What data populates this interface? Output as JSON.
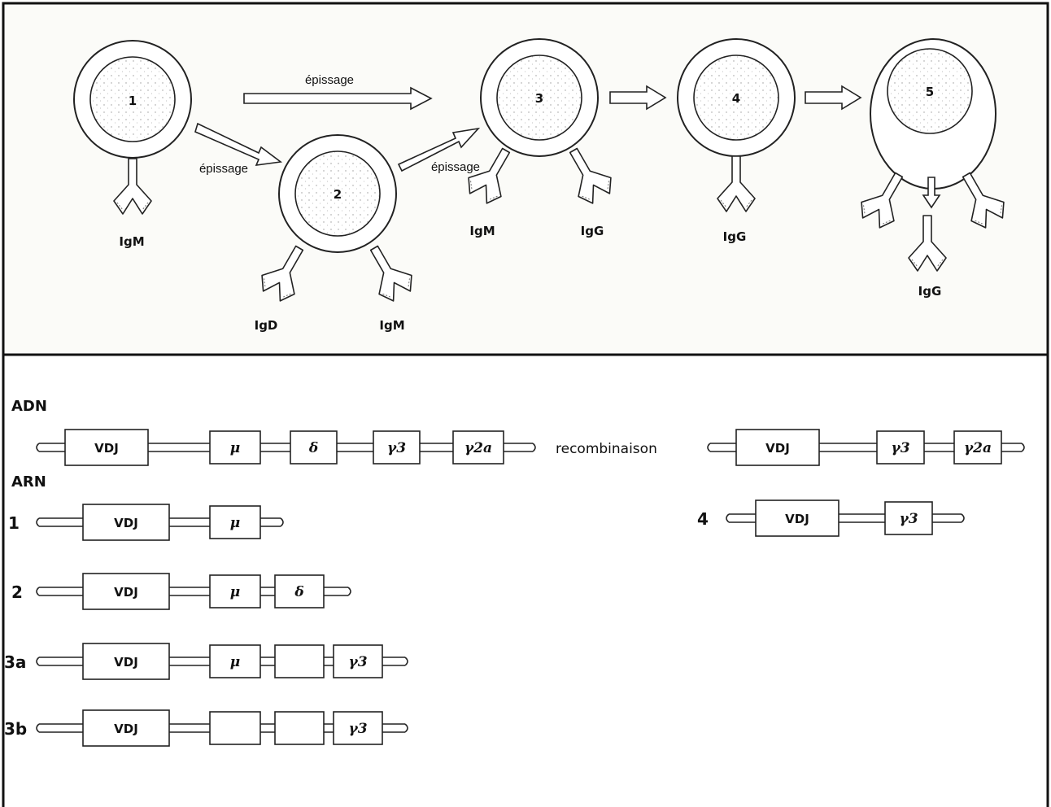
{
  "top": {
    "cells": [
      {
        "id": "cell-1",
        "number": "1"
      },
      {
        "id": "cell-2",
        "number": "2"
      },
      {
        "id": "cell-3",
        "number": "3"
      },
      {
        "id": "cell-4",
        "number": "4"
      },
      {
        "id": "cell-5",
        "number": "5"
      }
    ],
    "arrow_labels": {
      "top": "épissage",
      "cell1_to_2": "épissage",
      "cell2_to_3": "épissage"
    },
    "antibody_labels": {
      "cell1": "IgM",
      "cell2_left": "IgD",
      "cell2_right": "IgM",
      "cell3_left": "IgM",
      "cell3_right": "IgG",
      "cell4": "IgG",
      "cell5": "IgG"
    }
  },
  "bottom": {
    "dna_heading": "ADN",
    "rna_heading": "ARN",
    "recombination_label": "recombinaison",
    "dna_before": [
      "VDJ",
      "μ",
      "δ",
      "γ3",
      "γ2a"
    ],
    "dna_after": [
      "VDJ",
      "γ3",
      "γ2a"
    ],
    "rna_rows": [
      {
        "label": "1",
        "segments": [
          "VDJ",
          "μ"
        ]
      },
      {
        "label": "2",
        "segments": [
          "VDJ",
          "μ",
          "δ"
        ]
      },
      {
        "label": "3a",
        "segments": [
          "VDJ",
          "μ",
          "",
          "γ3"
        ]
      },
      {
        "label": "3b",
        "segments": [
          "VDJ",
          "",
          "",
          "γ3"
        ]
      },
      {
        "label": "4",
        "segments": [
          "VDJ",
          "γ3"
        ]
      }
    ]
  }
}
